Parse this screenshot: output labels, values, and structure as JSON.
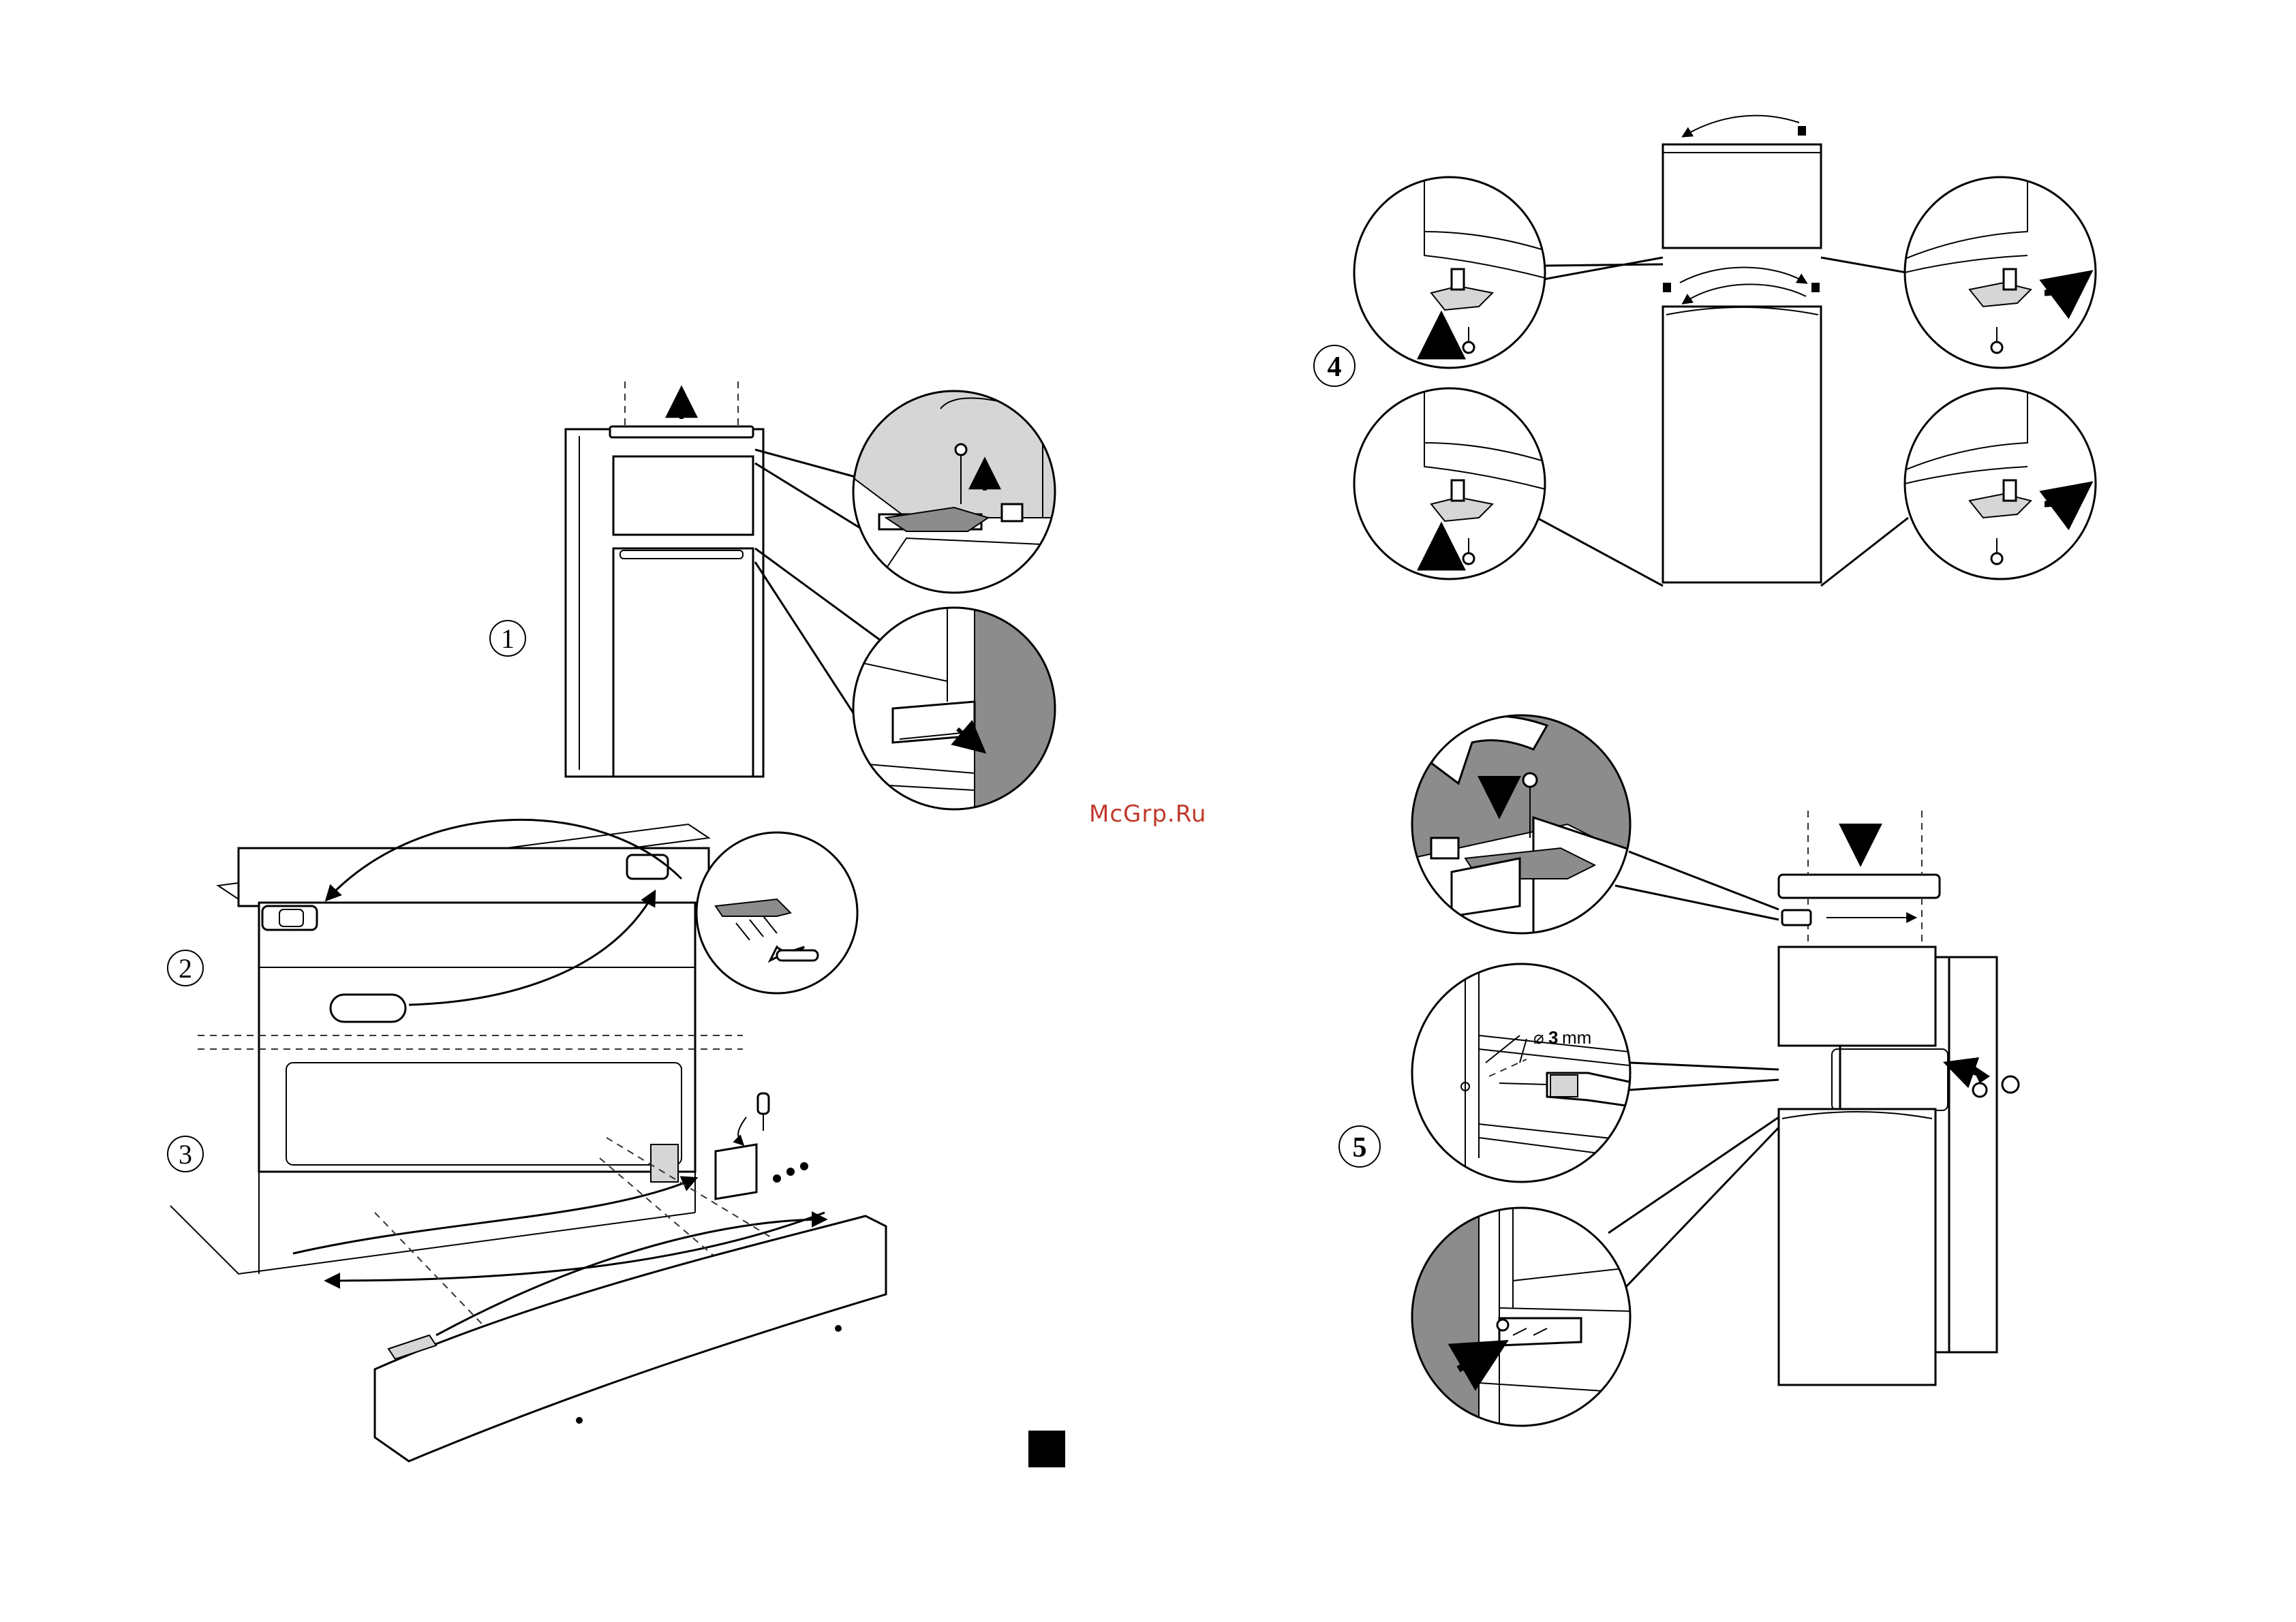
{
  "steps": [
    {
      "label": "1",
      "style": "circled"
    },
    {
      "label": "2",
      "style": "circled"
    },
    {
      "label": "3",
      "style": "circled"
    },
    {
      "label": "4",
      "style": "circled-bold"
    },
    {
      "label": "5",
      "style": "circled-bold"
    }
  ],
  "watermark": "McGrp.Ru",
  "drill_spec": {
    "symbol": "⌀",
    "value": "3",
    "unit": "mm"
  },
  "colors": {
    "line": "#000000",
    "shading": "#8c8c8c",
    "light_shading": "#d6d6d6",
    "watermark": "#c0392b",
    "background": "#ffffff"
  }
}
